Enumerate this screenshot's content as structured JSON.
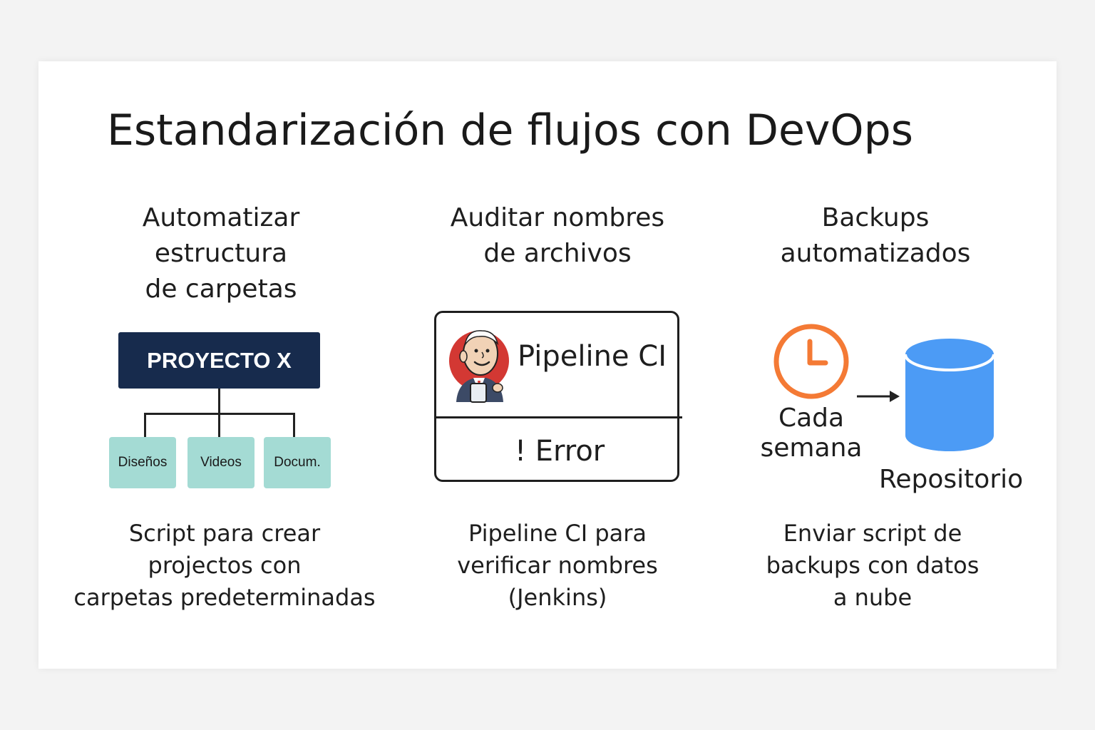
{
  "title": "Estandarización de flujos con DevOps",
  "sections": [
    {
      "heading": [
        "Automatizar",
        "estructura",
        "de carpetas"
      ],
      "project_box": "PROYECTO X",
      "folders": [
        "Diseños",
        "Videos",
        "Docum."
      ],
      "description": [
        "Script para crear",
        "projectos con",
        "carpetas predeterminadas"
      ]
    },
    {
      "heading": [
        "Auditar nombres",
        "de archivos"
      ],
      "pipeline_label": "Pipeline CI",
      "error_label": "! Error",
      "icon": "jenkins-logo-icon",
      "description": [
        "Pipeline CI para",
        "verificar nombres",
        "(Jenkins)"
      ]
    },
    {
      "heading": [
        "Backups",
        "automatizados"
      ],
      "schedule_label": [
        "Cada",
        "semana"
      ],
      "repository_label": "Repositorio",
      "icons": [
        "clock-icon",
        "arrow-right-icon",
        "database-icon"
      ],
      "description": [
        "Enviar script de",
        "backups con datos",
        "a nube"
      ]
    }
  ],
  "colors": {
    "project_box": "#172b4d",
    "folder": "#a4dbd4",
    "clock": "#f47a35",
    "database": "#4c9bf5",
    "jenkins_red": "#d33833"
  }
}
